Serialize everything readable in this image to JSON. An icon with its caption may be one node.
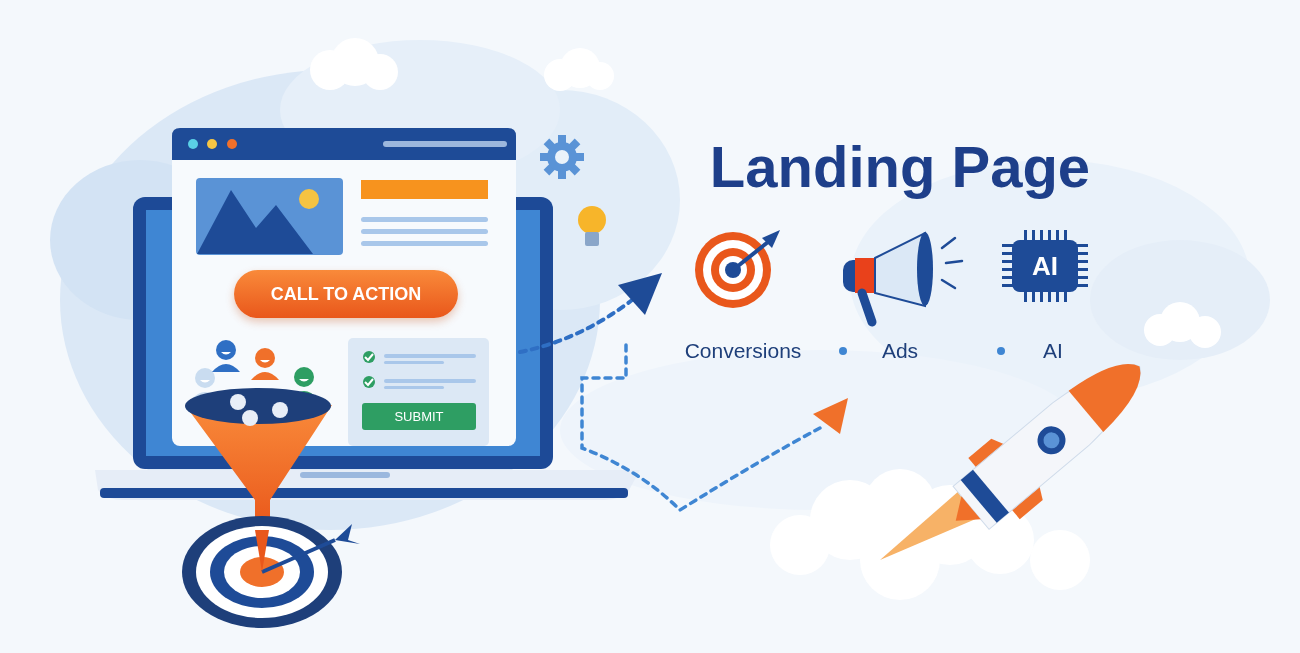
{
  "diagram": {
    "title": "Landing Page",
    "labels": [
      "CALL TO ACTION",
      "AI",
      "Conversions",
      "Ads",
      "AI",
      "SUBMIT"
    ]
  }
}
